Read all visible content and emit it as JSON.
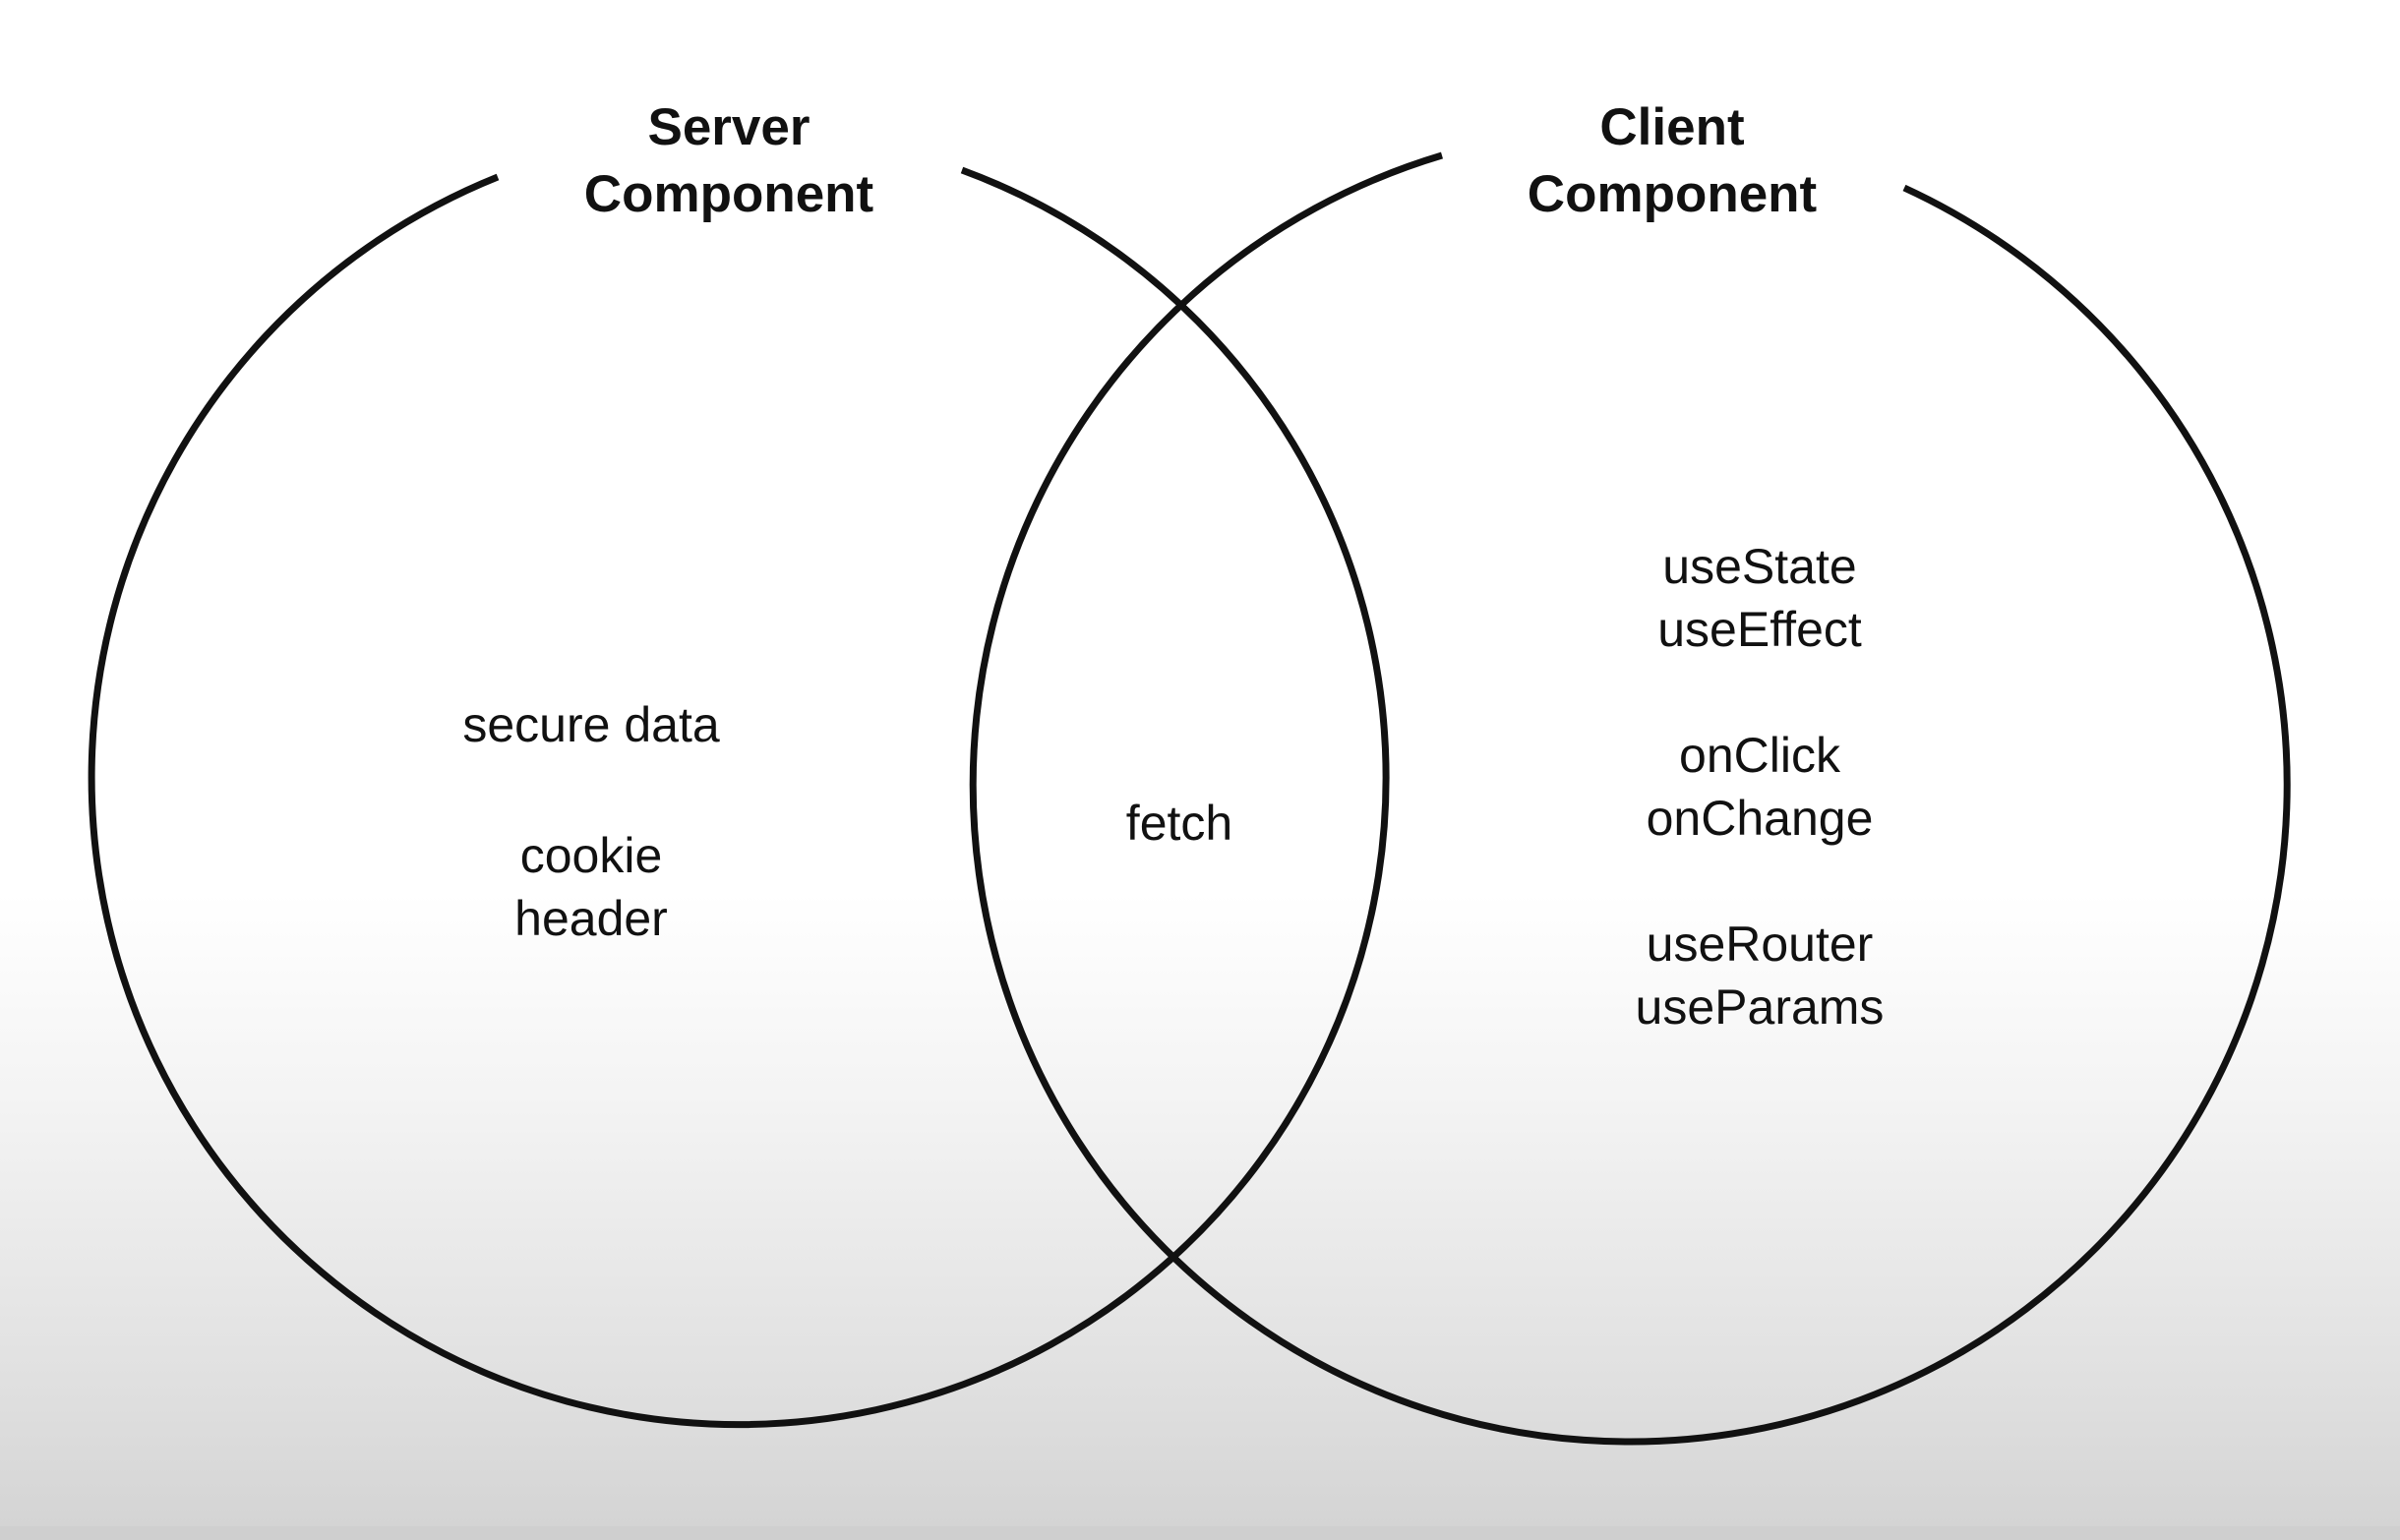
{
  "sets": [
    {
      "id": "server",
      "title_lines": [
        "Server",
        "Component"
      ],
      "items": [
        [
          "secure data"
        ],
        [
          "cookie",
          "header"
        ]
      ]
    },
    {
      "id": "client",
      "title_lines": [
        "Client",
        "Component"
      ],
      "items": [
        [
          "useState",
          "useEffect"
        ],
        [
          "onClick",
          "onChange"
        ],
        [
          "useRouter",
          "useParams"
        ]
      ]
    }
  ],
  "intersection": {
    "items": [
      "fetch"
    ]
  },
  "colors": {
    "stroke": "#111111",
    "text": "#111111"
  }
}
